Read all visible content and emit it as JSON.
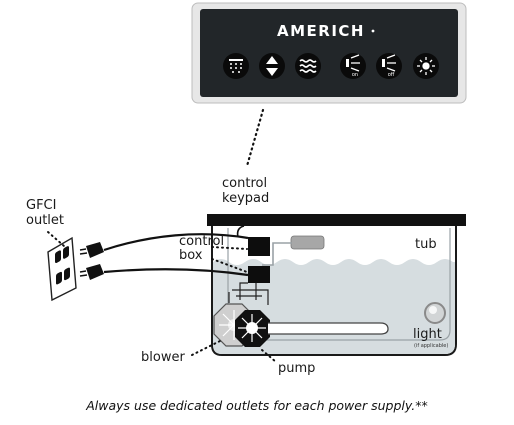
{
  "keypad": {
    "brand": "AMERICH",
    "buttons": [
      {
        "icon": "jets-icon",
        "sub": ""
      },
      {
        "icon": "up-down-arrows-icon",
        "sub": ""
      },
      {
        "icon": "waves-icon",
        "sub": ""
      },
      {
        "icon": "light-on-icon",
        "sub": "on"
      },
      {
        "icon": "light-off-icon",
        "sub": "off"
      },
      {
        "icon": "sun-icon",
        "sub": ""
      }
    ]
  },
  "labels": {
    "control_keypad_line1": "control",
    "control_keypad_line2": "keypad",
    "gfci_line1": "GFCI",
    "gfci_line2": "outlet",
    "control_box_line1": "control",
    "control_box_line2": "box",
    "tub": "tub",
    "light": "light",
    "light_note": "(if applicable)",
    "blower": "blower",
    "pump": "pump"
  },
  "caption": "Always use dedicated outlets for each power supply.**",
  "colors": {
    "panel": "#222629",
    "panel_frame": "#e7e7e7",
    "water": "#d6dde0",
    "tub_top": "#111111",
    "keypad_device": "#a7a7a7"
  }
}
